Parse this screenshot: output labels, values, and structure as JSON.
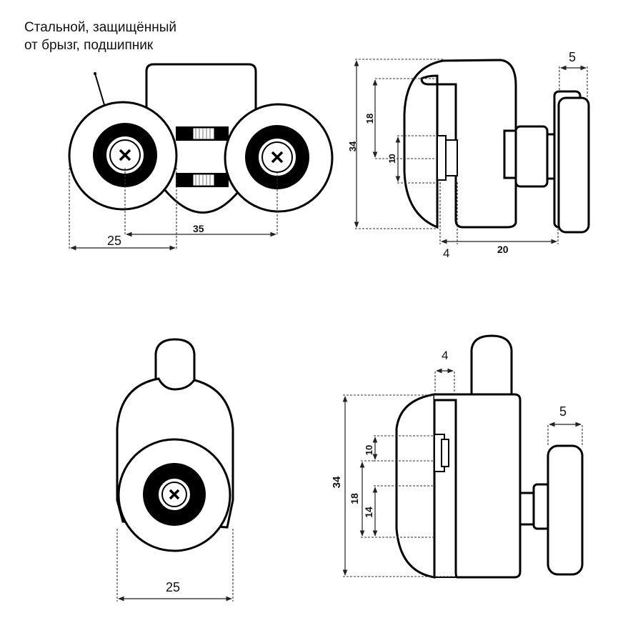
{
  "caption": {
    "line1": "Стальной, защищённый",
    "line2": "от брызг, подшипник"
  },
  "dimensions": {
    "front_view": {
      "wheel_span": "25",
      "axle_distance": "35"
    },
    "side_view": {
      "total_height": "34",
      "slot_height": "18",
      "bearing_width": "10",
      "flange_gap": "4",
      "offset": "20",
      "wheel_thickness": "5"
    },
    "single_front_view": {
      "width": "25"
    },
    "single_side_view": {
      "gap": "4",
      "wheel_thickness": "5",
      "bearing_width": "10",
      "total_height": "34",
      "slot_height": "18",
      "lower_height": "14"
    }
  }
}
